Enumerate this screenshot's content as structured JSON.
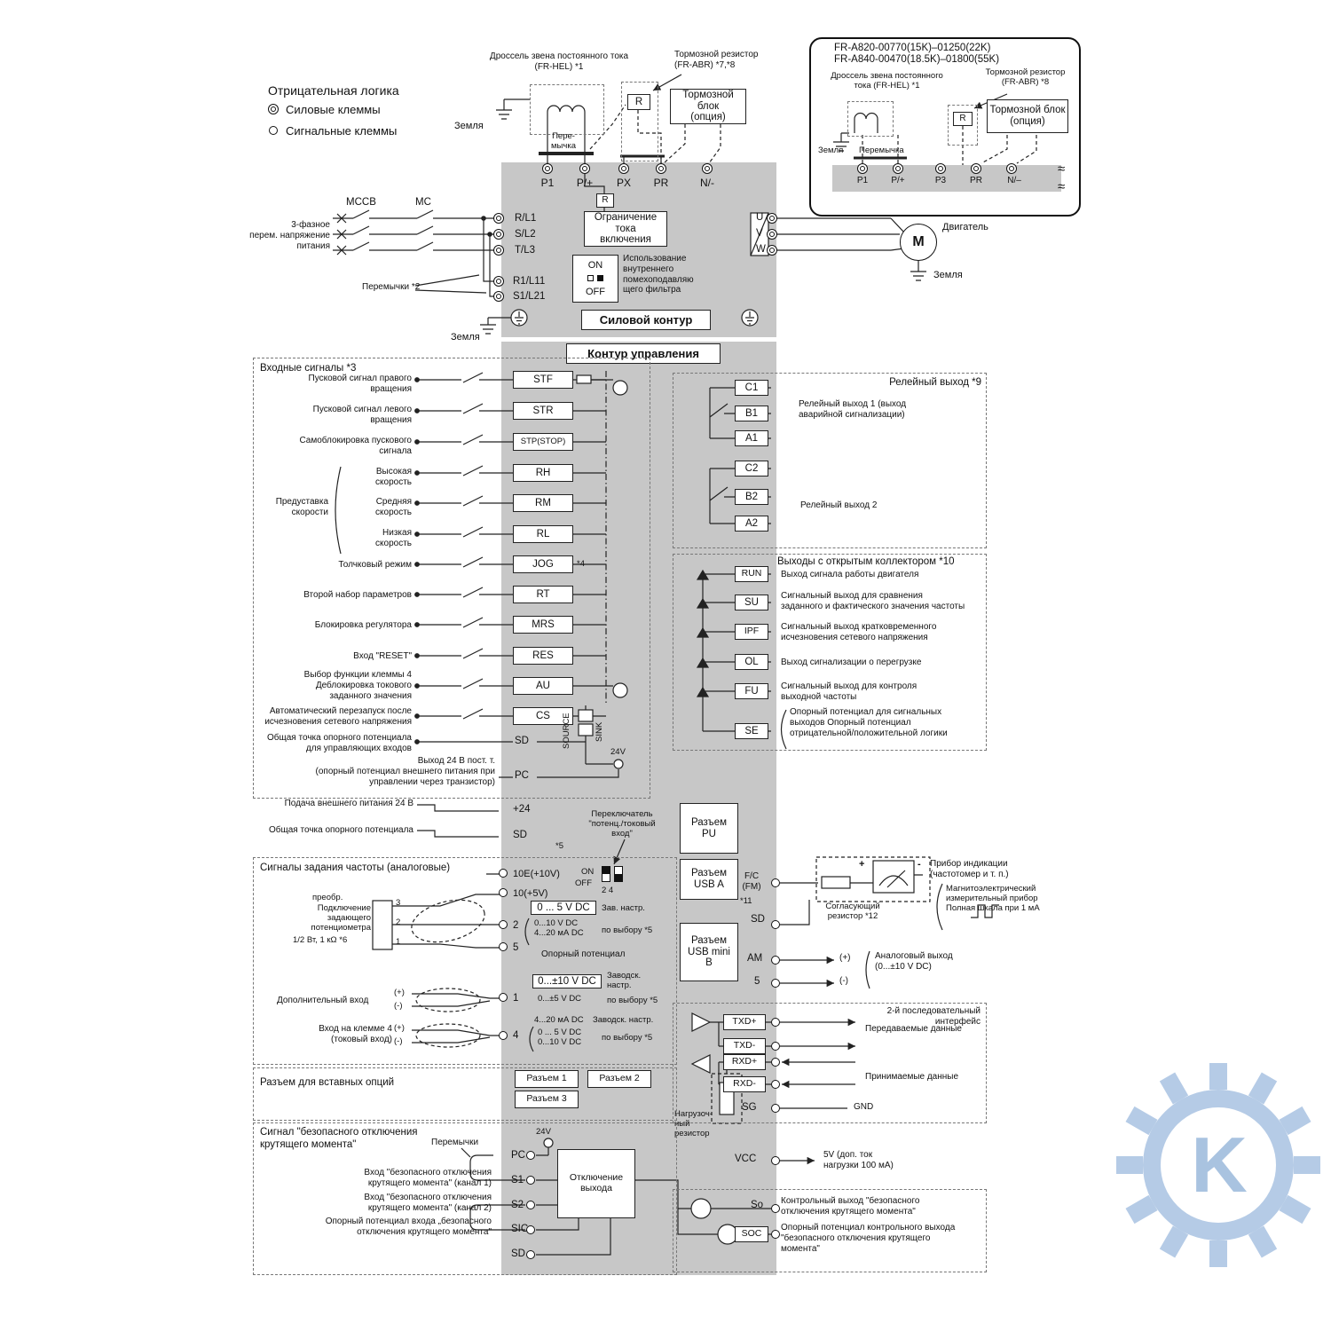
{
  "legend": {
    "title": "Отрицательная логика",
    "power": "Силовые клеммы",
    "signal": "Сигнальные клеммы"
  },
  "choke": {
    "l1": "Дроссель звена постоянного тока\n(FR-HEL) *1",
    "ground": "Земля",
    "jumper": "Пере-\nмычка"
  },
  "brake": {
    "res": "Тормозной резистор\n(FR-ABR) *7,*8",
    "unit": "Тормозной блок\n(опция)",
    "r": "R"
  },
  "ptop": {
    "p1": "P1",
    "pp": "P/+",
    "px": "PX",
    "pr": "PR",
    "n": "N/-"
  },
  "inrush": {
    "r": "R",
    "label": "Ограничение\nтока\nвключения"
  },
  "inset": {
    "t1": "FR-A820-00770(15K)–01250(22K)",
    "t2": "FR-A840-00470(18.5K)–01800(55K)",
    "choke": "Дроссель звена постоянного\nтока (FR-HEL) *1",
    "res": "Тормозной резистор\n(FR-ABR) *8",
    "unit": "Тормозной блок\n(опция)",
    "ground": "Земля",
    "jumper": "Перемычка",
    "r": "R",
    "p1": "P1",
    "pp": "P/+",
    "p3": "P3",
    "pr": "PR",
    "n": "N/–",
    "approx": "≈"
  },
  "supply": {
    "mccb": "MCCB",
    "mc": "MC",
    "label": "3-фазное\nперем. напряжение\nпитания",
    "jumpers": "Перемычки *2",
    "ground": "Земля",
    "r": "R/L1",
    "s": "S/L2",
    "t": "T/L3",
    "r1": "R1/L11",
    "s1": "S1/L21"
  },
  "out": {
    "u": "U",
    "v": "V",
    "w": "W",
    "m": "M",
    "motor": "Двигатель",
    "ground": "Земля"
  },
  "emc": {
    "on": "ON",
    "off": "OFF",
    "label": "Использование внутреннего помехоподавляю щего фильтра"
  },
  "sections": {
    "power": "Силовой контур",
    "control": "Контур управления"
  },
  "inputs": {
    "title": "Входные сигналы *3",
    "preset": "Предуставка\nскорости",
    "note4": "*4",
    "source": "SOURCE",
    "sink": "SINK",
    "v24": "24V",
    "rows": [
      {
        "t": "STF",
        "l": "Пусковой сигнал правого\nвращения"
      },
      {
        "t": "STR",
        "l": "Пусковой сигнал левого\nвращения"
      },
      {
        "t": "STP(STOP)",
        "l": "Самоблокировка пускового\nсигнала"
      },
      {
        "t": "RH",
        "l": "Высокая\nскорость"
      },
      {
        "t": "RM",
        "l": "Средняя\nскорость"
      },
      {
        "t": "RL",
        "l": "Низкая\nскорость"
      },
      {
        "t": "JOG",
        "l": "Толчковый режим"
      },
      {
        "t": "RT",
        "l": "Второй набор параметров"
      },
      {
        "t": "MRS",
        "l": "Блокировка регулятора"
      },
      {
        "t": "RES",
        "l": "Вход \"RESET\""
      },
      {
        "t": "AU",
        "l": "Выбор функции клеммы 4\nДеблокировка токового\nзаданного значения"
      },
      {
        "t": "CS",
        "l": "Автоматический перезапуск после\nисчезновения сетевого напряжения"
      },
      {
        "t": "SD",
        "l": "Общая точка опорного потенциала\nдля управляющих входов"
      },
      {
        "t": "PC",
        "l": "Выход 24 В пост. т.\n(опорный потенциал внешнего питания при\nуправлении через транзистор)"
      }
    ]
  },
  "ext": {
    "p24": "+24",
    "sd": "SD",
    "l24": "Подача внешнего питания 24 В",
    "lsd": "Общая точка опорного потенциала",
    "note": "*5",
    "sw": "Переключатель\n\"потенц./токовый\nвход\""
  },
  "analog": {
    "title": "Сигналы задания частоты (аналоговые)",
    "t10e": "10E(+10V)",
    "t10": "10(+5V)",
    "pot": "преобр.",
    "potl": "Подключение\nзадающего\nпотенциометра",
    "potw": "1/2 Вт, 1 кΩ *6",
    "p3": "3",
    "p2": "2",
    "p1": "1",
    "n2": "2",
    "n5": "5",
    "n1": "1",
    "n4": "4",
    "v2a": "0 ... 5 V DC",
    "fac": "Зав. настр.",
    "v2b": "0...10 V DC\n4...20 мА DC",
    "sel": "по выбору *5",
    "ref": "Опорный потенциал",
    "v1a": "0...±10 V DC",
    "fac2": "Заводск.\nнастр.",
    "v1b": "0...±5 V DC",
    "sel1": "по выбору *5",
    "aux": "Дополнительный вход",
    "plus": "(+)",
    "minus": "(-)",
    "v4a": "4...20 мА DC",
    "fac3": "Заводск. настр.",
    "v4b": "0 ... 5 V DC\n0...10 V DC",
    "sel4": "по выбору *5",
    "t4": "Вход на клемме 4\n(токовый вход)",
    "don": "ON",
    "doff": "OFF",
    "d24": "2  4"
  },
  "conn": {
    "pu": "Разъем\nPU",
    "usba": "Разъем\nUSB A",
    "usbm": "Разъем\nUSB mini\nB"
  },
  "relay": {
    "title": "Релейный выход *9",
    "c1": "C1",
    "b1": "B1",
    "a1": "A1",
    "c2": "C2",
    "b2": "B2",
    "a2": "A2",
    "out1": "Релейный выход 1 (выход\nаварийной сигнализации)",
    "out2": "Релейный выход 2"
  },
  "col": {
    "title": "Выходы с открытым коллектором *10",
    "rows": [
      {
        "t": "RUN",
        "l": "Выход сигнала работы двигателя"
      },
      {
        "t": "SU",
        "l": "Сигнальный выход для сравнения\nзаданного и фактического значения частоты"
      },
      {
        "t": "IPF",
        "l": "Сигнальный выход кратковременного\nисчезновения сетевого напряжения"
      },
      {
        "t": "OL",
        "l": "Выход сигнализации о перегрузке"
      },
      {
        "t": "FU",
        "l": "Сигнальный выход для контроля\nвыходной частоты"
      },
      {
        "t": "SE",
        "l": "Опорный потенциал для сигнальных\nвыходов Опорный потенциал\nотрицательной/положительной логики"
      }
    ]
  },
  "meter": {
    "fc": "F/C\n(FM)",
    "note": "*11",
    "sd": "SD",
    "plus": "+",
    "minus": "-",
    "ind": "Прибор индикации\n(частотомер и т. п.)",
    "res": "Согласующий\nрезистор *12",
    "mag": "Магнитоэлектрический\nизмерительный прибор\nПолная шкала при 1 мА"
  },
  "aout": {
    "am": "AM",
    "n5": "5",
    "plus": "(+)",
    "minus": "(-)",
    "l": "Аналоговый выход\n(0...±10 V DC)"
  },
  "serial": {
    "title": "2-й последовательный\nинтерфейс",
    "txp": "TXD+",
    "txm": "TXD-",
    "rxp": "RXD+",
    "rxm": "RXD-",
    "sg": "SG",
    "tx": "Передаваемые данные",
    "rx": "Принимаемые данные",
    "gnd": "GND",
    "load": "Нагрузоч-\nный\nрезистор",
    "vcc": "VCC",
    "vl": "5V  (доп. ток\nнагрузки 100 мА)"
  },
  "opt": {
    "title": "Разъем для вставных опций",
    "c1": "Разъем 1",
    "c2": "Разъем 2",
    "c3": "Разъем 3"
  },
  "safety": {
    "title": "Сигнал \"безопасного отключения\nкрутящего момента\"",
    "jump": "Перемычки",
    "pc": "PC",
    "v24": "24V",
    "s1": "S1",
    "s2": "S2",
    "sic": "SIC",
    "sd": "SD",
    "in1": "Вход \"безопасного отключения\nкрутящего момента\" (канал 1)",
    "in2": "Вход \"безопасного отключения\nкрутящего момента\" (канал 2)",
    "ref": "Опорный потенциал входа „безопасного\nотключения крутящего момента\"",
    "off": "Отключение\nвыхода",
    "so": "So",
    "soc": "SOC",
    "sol": "Контрольный выход \"безопасного\nотключения крутящего момента\"",
    "socl": "Опорный потенциал контрольного выхода\n\"безопасного отключения крутящего\nмомента\""
  },
  "wm": {
    "k": "K"
  }
}
